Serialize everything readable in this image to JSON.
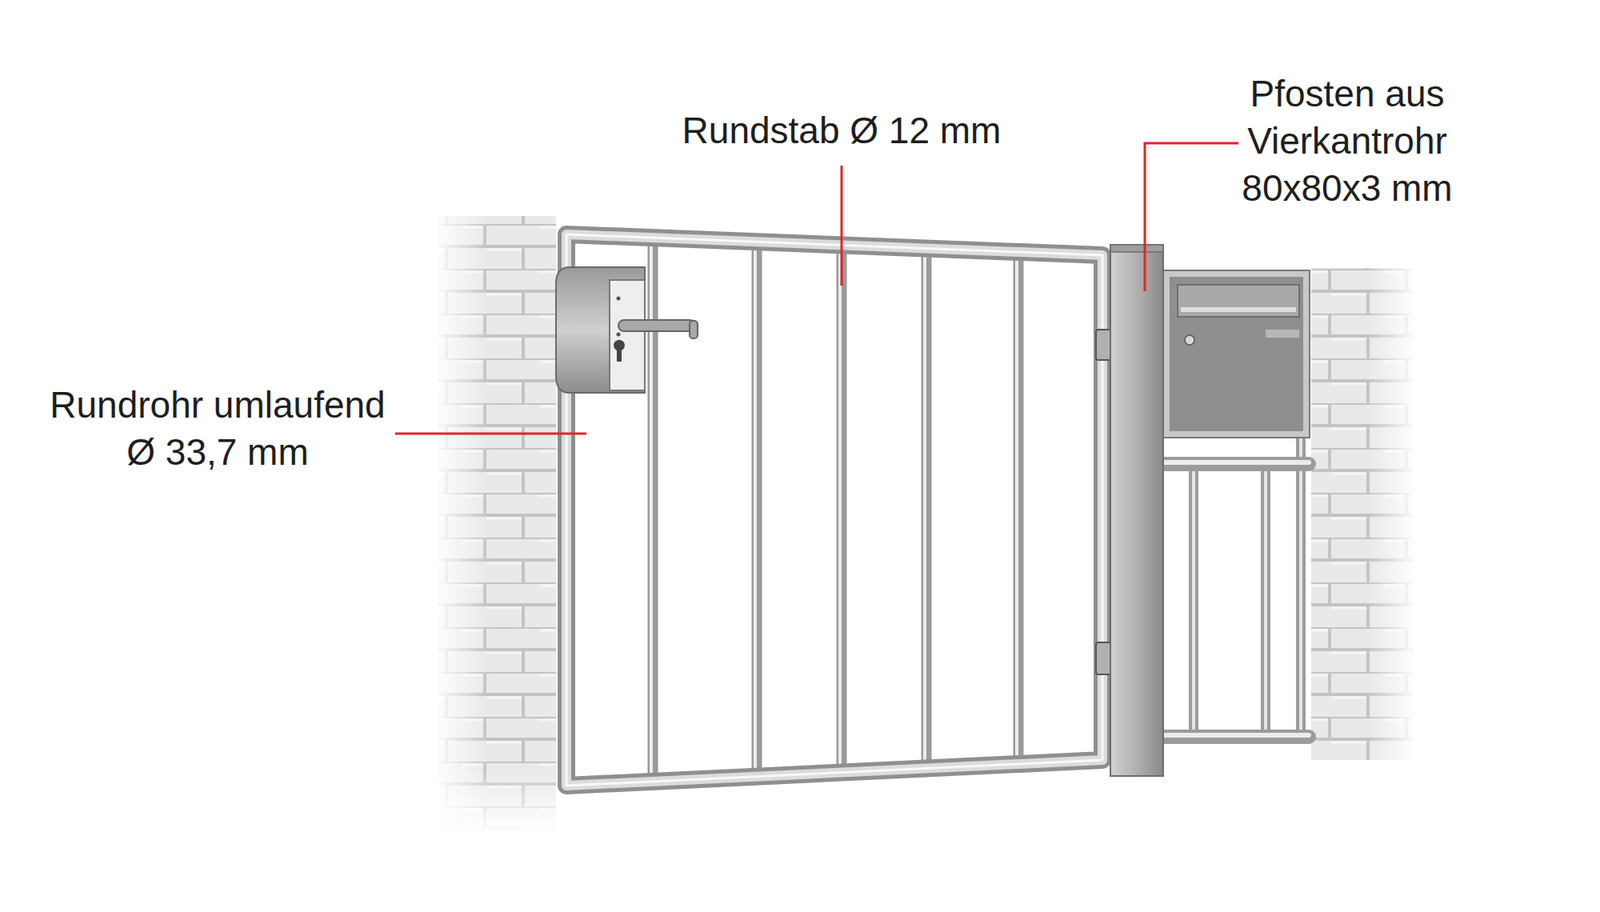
{
  "diagram": {
    "labels": [
      "Pfosten aus Vierkantrohr 80x80x3 mm",
      "Rundstab Ø 12 mm",
      "Rundrohr umlaufend Ø 33,7 mm"
    ]
  }
}
